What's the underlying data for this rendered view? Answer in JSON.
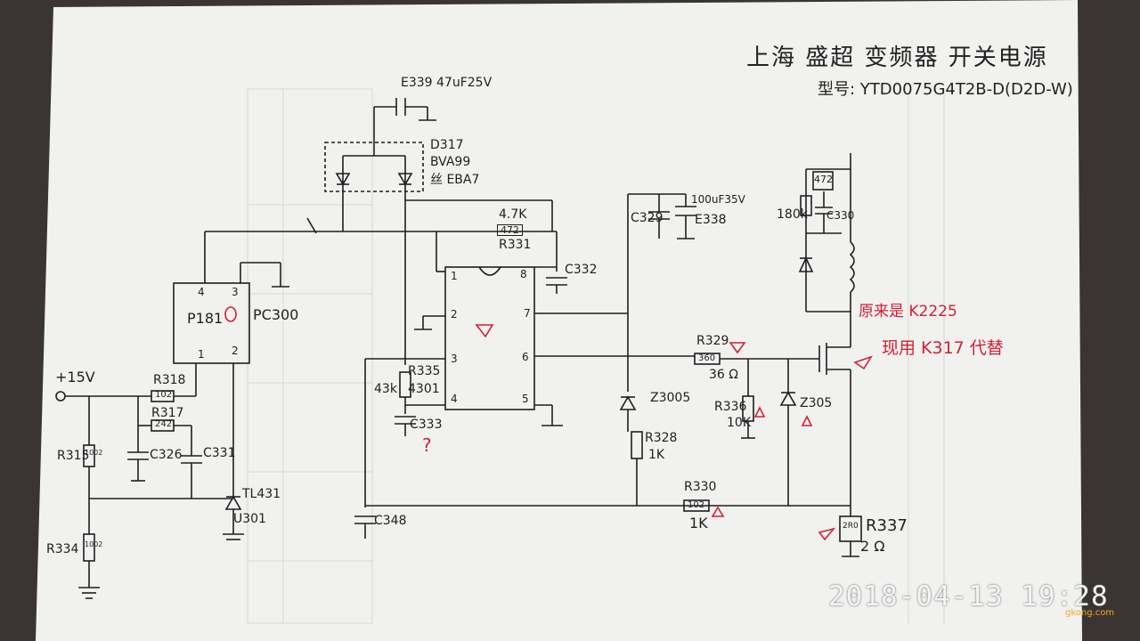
{
  "header": {
    "title": "上海 盛超 变频器 开关电源",
    "model": "型号: YTD0075G4T2B-D(D2D-W)"
  },
  "labels": {
    "e339": "E339 47uF25V",
    "d317": "D317",
    "bva99": "BVA99",
    "eba7": "丝 EBA7",
    "r331_val": "4.7K",
    "r331_code": "472",
    "r331": "R331",
    "c332": "C332",
    "pin1": "1",
    "pin2": "2",
    "pin3": "3",
    "pin4": "4",
    "pin5": "5",
    "pin6": "6",
    "pin7": "7",
    "pin8": "8",
    "pc_pin4": "4",
    "pc_pin3": "3",
    "pc_pin1": "1",
    "pc_pin2": "2",
    "p181": "P181",
    "pc300": "PC300",
    "v15": "+15V",
    "r318": "R318",
    "r318_code": "102",
    "r317": "R317",
    "r317_code": "242",
    "c326": "C326",
    "c331": "C331",
    "r315": "R315",
    "r315_code": "1002",
    "r334": "R334",
    "r334_code": "1002",
    "tl431": "TL431",
    "u301": "U301",
    "r335": "R335",
    "r335_val": "43k",
    "r335_code": "4301",
    "c333": "C333",
    "question": "?",
    "c348": "C348",
    "c329": "C329",
    "e338_val": "100uF35V",
    "e338": "E338",
    "z3005": "Z3005",
    "r328": "R328",
    "r328_val": "1K",
    "r329": "R329",
    "r329_code": "360",
    "r329_val": "36 Ω",
    "r336": "R336",
    "r336_val": "10K",
    "z305": "Z305",
    "r330": "R330",
    "r330_code": "102",
    "r330_val": "1K",
    "r337": "R337",
    "r337_code": "2R0",
    "r337_val": "2 Ω",
    "r472": "472",
    "r180k": "180k",
    "c330": "C330",
    "note_orig": "原来是 K2225",
    "note_repl": "现用 K317 代替"
  },
  "timestamp": "2018-04-13 19:28",
  "watermark": "gkong.com",
  "colors": {
    "paper": "#f1f1ef",
    "ink": "#1f1f1f",
    "red_ink": "#d42035",
    "background": "#3a3532"
  }
}
